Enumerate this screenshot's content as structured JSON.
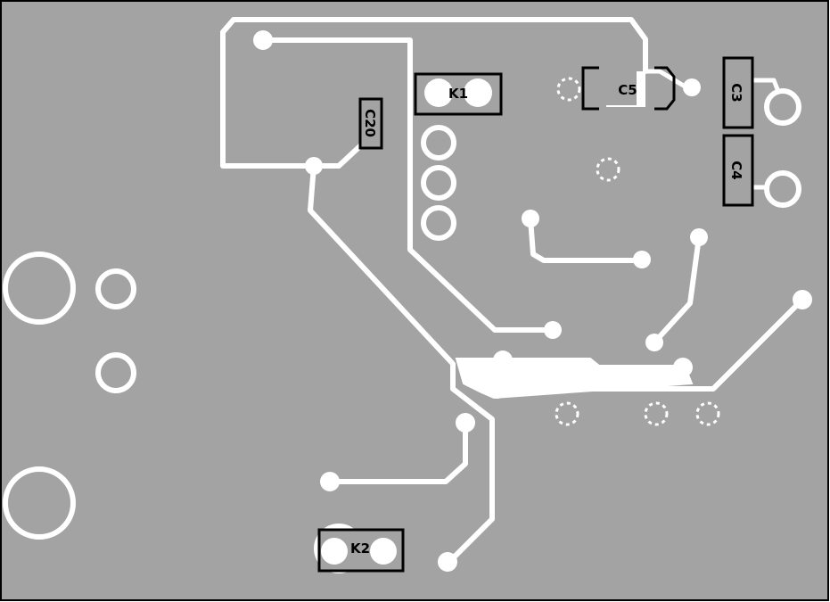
{
  "board": {
    "background": "#a3a3a3",
    "copper_color": "#ffffff",
    "silkscreen_color": "#000000",
    "border_color": "#000000"
  },
  "components": [
    {
      "id": "k1",
      "label": "K1",
      "rotated": false
    },
    {
      "id": "c5",
      "label": "C5",
      "rotated": false
    },
    {
      "id": "c3",
      "label": "C3",
      "rotated": true
    },
    {
      "id": "c4",
      "label": "C4",
      "rotated": true
    },
    {
      "id": "c20",
      "label": "C20",
      "rotated": true
    },
    {
      "id": "k2",
      "label": "K2",
      "rotated": false
    }
  ]
}
